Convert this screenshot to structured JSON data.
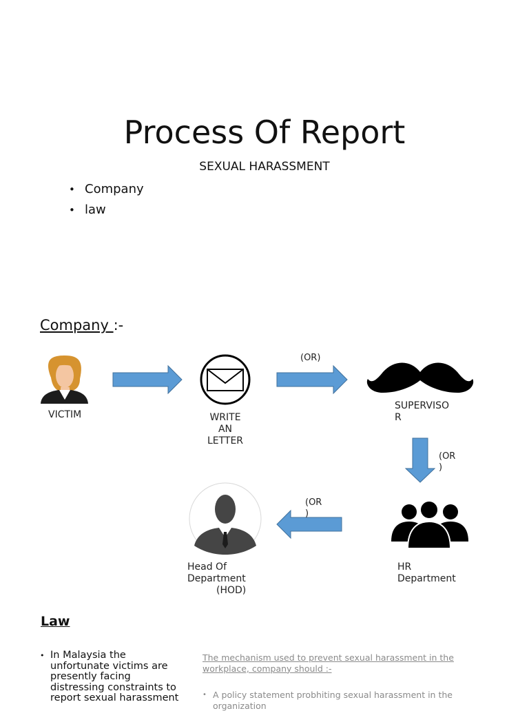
{
  "page": {
    "title": "Process Of Report",
    "subtitle": "SEXUAL HARASSMENT",
    "bullets": [
      "Company",
      "law"
    ]
  },
  "company_section": {
    "heading": "Company ",
    "heading_suffix": ":-"
  },
  "flow": {
    "victim_label": "VICTIM",
    "letter_label_lines": [
      "WRITE",
      "AN",
      "LETTER"
    ],
    "or_1": "(OR)",
    "supervisor_label_lines": [
      "SUPERVISO",
      "R"
    ],
    "or_2_lines": [
      "(OR",
      ")"
    ],
    "hr_label_lines": [
      "HR",
      "Department"
    ],
    "or_3_lines": [
      "(OR",
      ")"
    ],
    "hod_label_lines": [
      "Head Of",
      "Department",
      "(HOD)"
    ]
  },
  "law_section": {
    "heading": "Law",
    "bullets": [
      "In Malaysia the unfortunate victims are presently facing distressing constraints to report sexual harassment"
    ],
    "mechanism_heading": "The mechanism used to prevent sexual harassment in the workplace, company should :-",
    "mechanism_bullets": [
      "A policy statement probhiting sexual harassment in the organization"
    ]
  },
  "colors": {
    "arrow_fill": "#5b9bd5",
    "arrow_stroke": "#41719c",
    "victim_hair": "#d6932f",
    "victim_skin": "#f4c6a2"
  },
  "icons": [
    "woman-avatar-icon",
    "envelope-icon",
    "mustache-icon",
    "group-people-icon",
    "businessman-avatar-icon"
  ]
}
